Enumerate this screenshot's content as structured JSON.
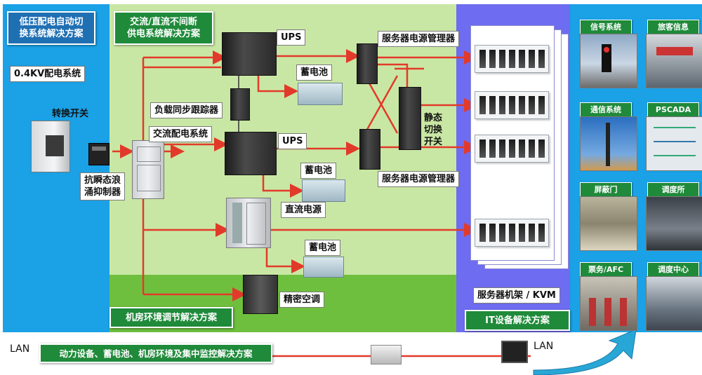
{
  "zones": {
    "lv_title": "低压配电自动切\n换系统解决方案",
    "ups_title": "交流/直流不间断\n供电系统解决方案",
    "env_title": "机房环境调节解决方案",
    "it_title": "IT设备解决方案"
  },
  "labels": {
    "lv_system": "0.4KV配电系统",
    "transfer_switch": "转换开关",
    "surge": "抗瞬态浪\n涌抑制器",
    "ac_dist": "交流配电系统",
    "load_sync": "负载同步跟踪器",
    "ups1": "UPS",
    "ups2": "UPS",
    "battery1": "蓄电池",
    "battery2": "蓄电池",
    "battery3": "蓄电池",
    "dc_power": "直流电源",
    "precision_ac": "精密空调",
    "spm1": "服务器电源管理器",
    "spm2": "服务器电源管理器",
    "sts": "静态\n切换\n开关",
    "rack_kvm": "服务器机架 / KVM"
  },
  "bottom": {
    "lan_left": "LAN",
    "lan_right": "LAN",
    "monitor": "动力设备、蓄电池、机房环境及集中监控解决方案"
  },
  "thumbnails": [
    {
      "label": "信号系统"
    },
    {
      "label": "旅客信息"
    },
    {
      "label": "通信系统"
    },
    {
      "label": "PSCADA"
    },
    {
      "label": "屏蔽门"
    },
    {
      "label": "调度所"
    },
    {
      "label": "票务/AFC"
    },
    {
      "label": "调度中心"
    }
  ],
  "colors": {
    "blue_zone": "#1aa1e6",
    "green_zone": "#c9e7a4",
    "env_zone": "#6fbf3f",
    "it_zone": "#6e6cf0",
    "tag_green": "#1f8a3a",
    "line_red": "#e23a2a"
  }
}
